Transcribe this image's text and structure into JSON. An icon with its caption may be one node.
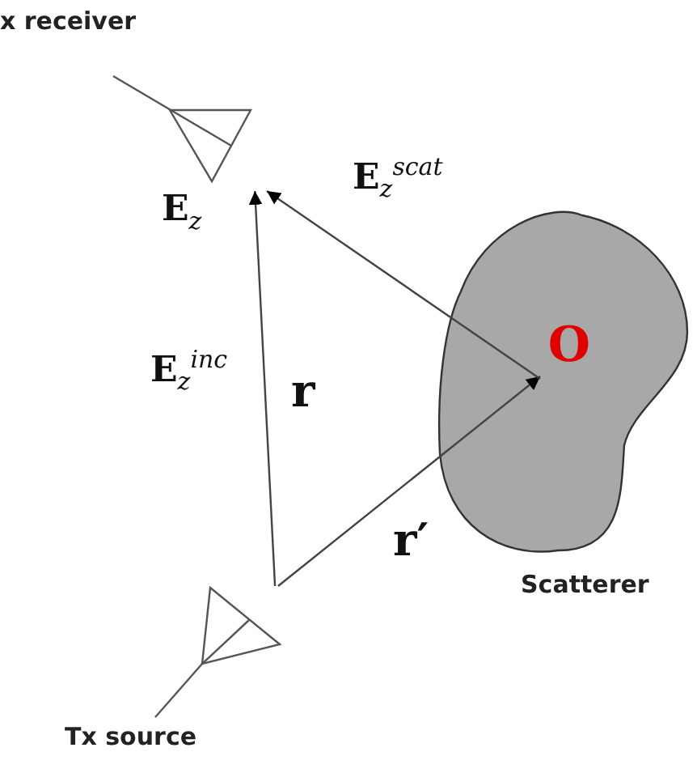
{
  "diagram": {
    "nodes": [
      {
        "text": [],
        "shape": "antenna",
        "beside": [
          "x receiver",
          "**E**$_{z}$"
        ]
      },
      {
        "text": [],
        "shape": "antenna",
        "beside": [
          "Tx source"
        ]
      },
      {
        "text": [],
        "shape": "blob",
        "beside": [
          "Scatterer"
        ]
      },
      {
        "text": [
          "O"
        ],
        "in": 2
      }
    ],
    "edges": [
      {
        "from": 1,
        "to": 0,
        "arrow": "to",
        "label": "r"
      },
      {
        "from": 1,
        "to": 3,
        "arrow": "to",
        "label": "r′"
      },
      {
        "from": 3,
        "to": 0,
        "arrow": "to",
        "label": "**E**$_{z}$$^{scat}$"
      }
    ],
    "labels": [
      "**E**$_{z}$$^{inc}$"
    ]
  }
}
